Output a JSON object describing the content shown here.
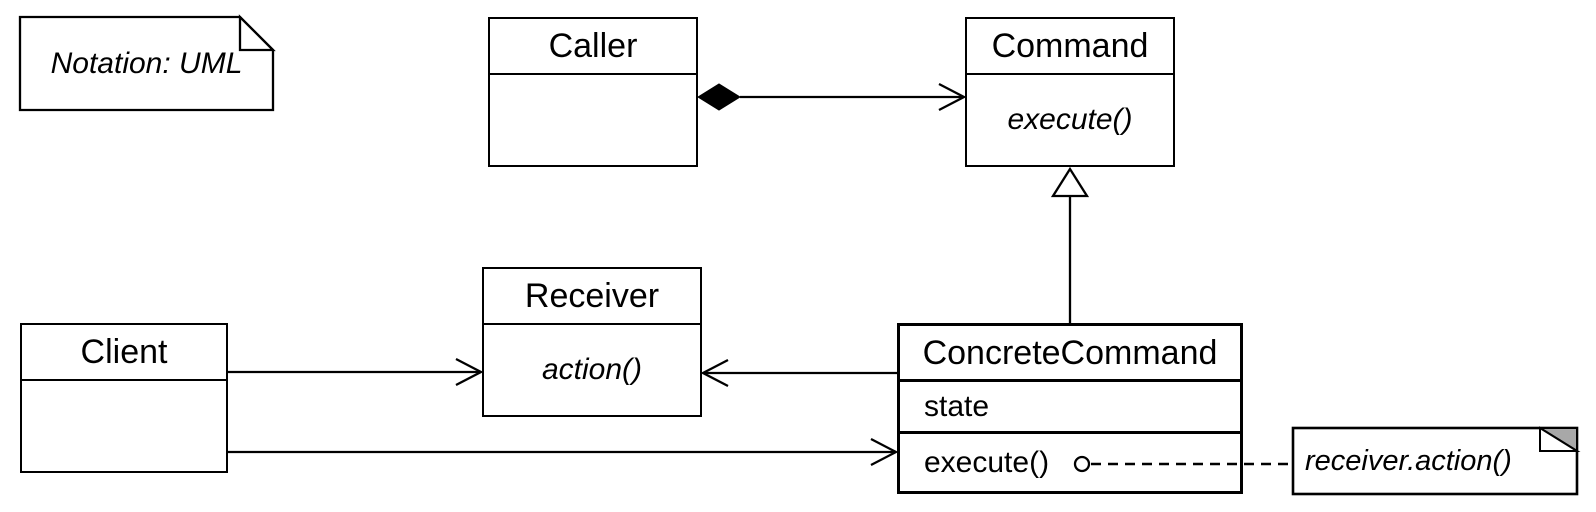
{
  "notes": {
    "notation": "Notation: UML",
    "implementation": "receiver.action()"
  },
  "classes": {
    "caller": {
      "name": "Caller"
    },
    "command": {
      "name": "Command",
      "operation": "execute()"
    },
    "receiver": {
      "name": "Receiver",
      "operation": "action()"
    },
    "client": {
      "name": "Client"
    },
    "concrete_command": {
      "name": "ConcreteCommand",
      "attribute": "state",
      "operation": "execute()"
    }
  },
  "relationships": {
    "caller_command": "composition / association arrow",
    "concrete_command_command": "generalization (hollow triangle)",
    "client_receiver": "association arrow",
    "concrete_command_receiver": "association arrow",
    "client_concrete_command": "association arrow",
    "execute_note_link": "dashed dependency to note"
  },
  "colors": {
    "line": "#000000",
    "background": "#ffffff",
    "note_fold": "#a8a8a8"
  }
}
